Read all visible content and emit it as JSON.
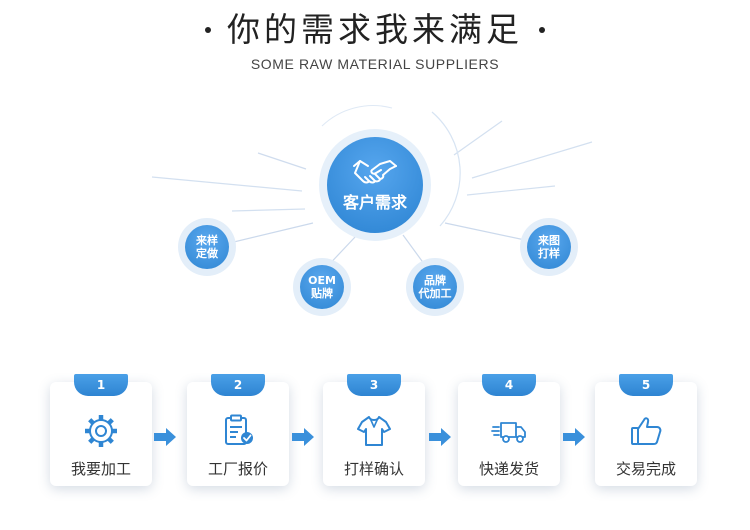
{
  "header": {
    "title": "你的需求我来满足",
    "subtitle": "SOME RAW MATERIAL SUPPLIERS"
  },
  "center": {
    "label": "客户需求",
    "icon": "handshake-icon"
  },
  "services": [
    {
      "line1": "来样",
      "line2": "定做"
    },
    {
      "line1": "OEM",
      "line2": "贴牌"
    },
    {
      "line1": "品牌",
      "line2": "代加工"
    },
    {
      "line1": "来图",
      "line2": "打样"
    }
  ],
  "steps": [
    {
      "number": "1",
      "label": "我要加工",
      "icon": "gear-icon"
    },
    {
      "number": "2",
      "label": "工厂报价",
      "icon": "clipboard-check-icon"
    },
    {
      "number": "3",
      "label": "打样确认",
      "icon": "tshirt-icon"
    },
    {
      "number": "4",
      "label": "快递发货",
      "icon": "delivery-truck-icon"
    },
    {
      "number": "5",
      "label": "交易完成",
      "icon": "thumbs-up-icon"
    }
  ],
  "colors": {
    "primary": "#2f86d3",
    "light_ring": "#e3eef9",
    "title": "#222222"
  }
}
